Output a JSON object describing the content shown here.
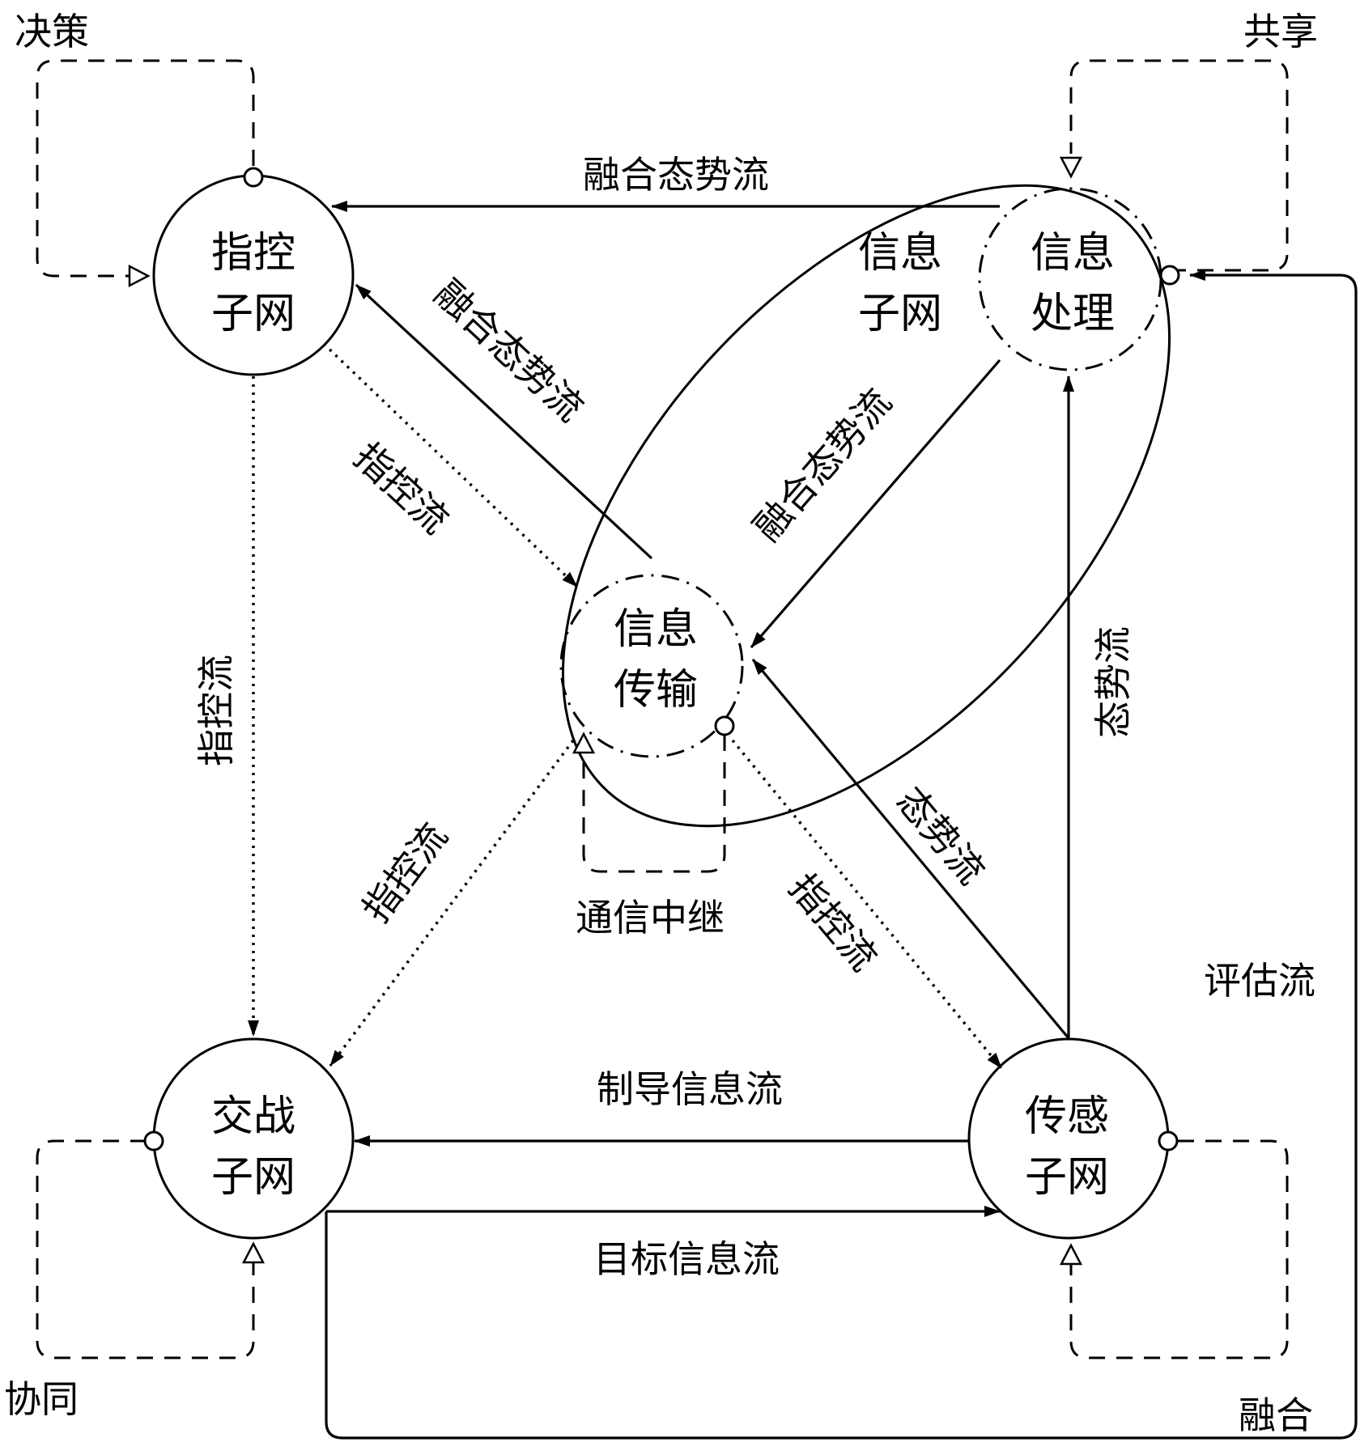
{
  "nodes": {
    "command": {
      "line1": "指控",
      "line2": "子网"
    },
    "engage": {
      "line1": "交战",
      "line2": "子网"
    },
    "sensor": {
      "line1": "传感",
      "line2": "子网"
    },
    "info_proc": {
      "line1": "信息",
      "line2": "处理"
    },
    "info_trans": {
      "line1": "信息",
      "line2": "传输"
    },
    "info_subnet": {
      "line1": "信息",
      "line2": "子网"
    }
  },
  "corner_labels": {
    "decision": "决策",
    "share": "共享",
    "coordination": "协同",
    "fusion": "融合"
  },
  "flows": {
    "fused_top": "融合态势流",
    "fused_diag_left": "融合态势流",
    "fused_diag_right": "融合态势流",
    "command_diag": "指控流",
    "command_vertical": "指控流",
    "command_low_left": "指控流",
    "command_low_right": "指控流",
    "situation_diag": "态势流",
    "situation_vertical": "态势流",
    "relay": "通信中继",
    "evaluation": "评估流",
    "guidance": "制导信息流",
    "target": "目标信息流"
  }
}
